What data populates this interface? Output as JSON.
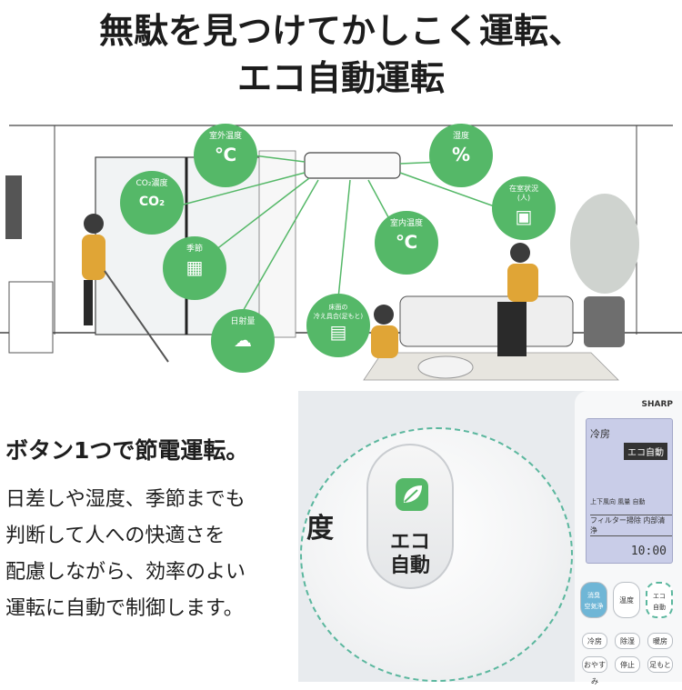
{
  "headline": {
    "line1": "無駄を見つけてかしこく運転、",
    "line2": "エコ自動運転"
  },
  "colors": {
    "badge_green": "#55b868",
    "accent_teal": "#5bb79e"
  },
  "badges": [
    {
      "id": "outdoor-temp",
      "label": "室外温度",
      "icon": "℃"
    },
    {
      "id": "co2",
      "label": "CO₂濃度",
      "icon": "CO₂"
    },
    {
      "id": "season",
      "label": "季節",
      "icon": "calendar-icon"
    },
    {
      "id": "sunlight",
      "label": "日射量",
      "icon": "sun-cloud-icon"
    },
    {
      "id": "floor",
      "label": "床面の\n冷え具合(足もと)",
      "icon": "floor-icon"
    },
    {
      "id": "indoor-temp",
      "label": "室内温度",
      "icon": "℃"
    },
    {
      "id": "humidity",
      "label": "湿度",
      "icon": "%"
    },
    {
      "id": "presence",
      "label": "在室状況\n(人)",
      "icon": "person-icon"
    }
  ],
  "lead": "ボタン1つで節電運転。",
  "body_lines": [
    "日差しや湿度、季節までも",
    "判断して人への快適さを",
    "配慮しながら、効率のよい",
    "運転に自動で制御します。"
  ],
  "eco_button": {
    "line1": "エコ",
    "line2": "自動"
  },
  "side_char": "度",
  "remote": {
    "brand": "SHARP",
    "lcd_mode": "冷房",
    "lcd_eco": "エコ自動",
    "lcd_row1": "上下風向 風量 自動",
    "lcd_row2": "フィルター掃除 内部清浄",
    "lcd_clock": "10:00",
    "btn_left": "消臭\n空気浄",
    "btn_mid": "温度",
    "btn_right": "エコ\n自動",
    "row2": [
      "冷房",
      "除湿",
      "暖房"
    ],
    "row3": [
      "おやすみ",
      "停止",
      "足もと"
    ]
  }
}
